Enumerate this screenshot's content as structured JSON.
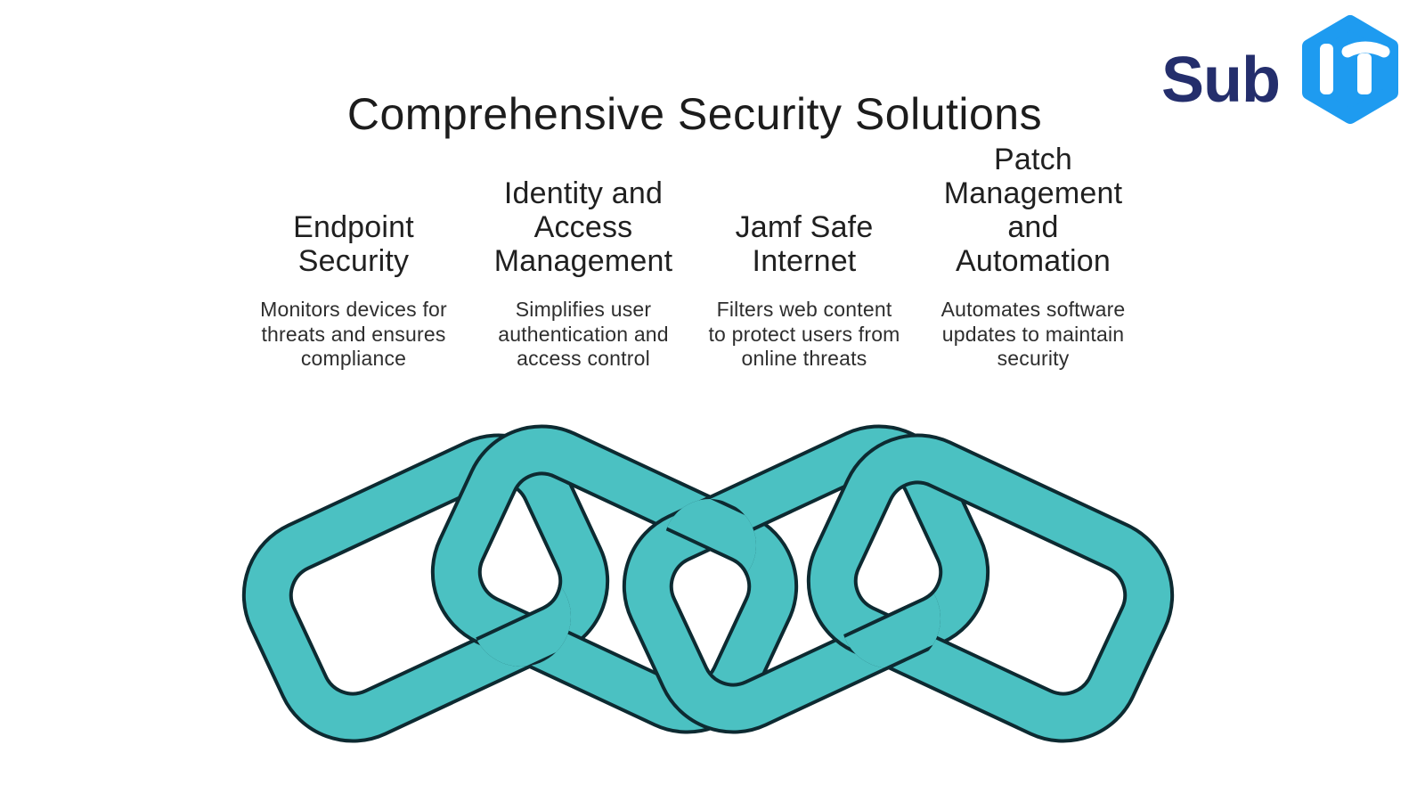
{
  "title": "Comprehensive Security Solutions",
  "logo": {
    "text": "Sub",
    "badge": "IT"
  },
  "columns": [
    {
      "title": "Endpoint\nSecurity",
      "description": "Monitors devices for\nthreats and ensures\ncompliance"
    },
    {
      "title": "Identity and\nAccess\nManagement",
      "description": "Simplifies user\nauthentication and\naccess control"
    },
    {
      "title": "Jamf Safe\nInternet",
      "description": "Filters web content\nto protect users from\nonline threats"
    },
    {
      "title": "Patch\nManagement\nand\nAutomation",
      "description": "Automates software\nupdates to maintain\nsecurity"
    }
  ],
  "colors": {
    "chain_fill": "#4bc1c2",
    "chain_outline": "#0d2a31",
    "logo_text": "#242e6c",
    "logo_badge_bg": "#1e9bf0",
    "logo_badge_text": "#ffffff",
    "text_dark": "#1c1c1c"
  }
}
